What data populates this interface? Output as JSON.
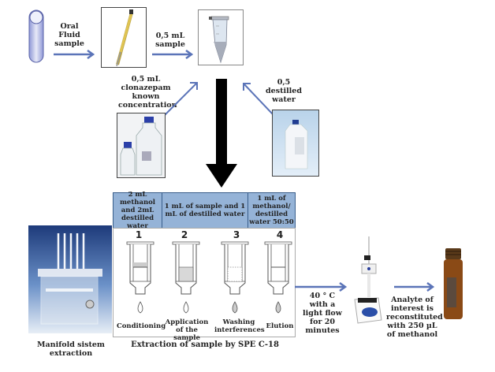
{
  "top_row": {
    "oral_fluid_label": "Oral Fluid sample",
    "sample_label": "0,5 mL sample"
  },
  "additions": {
    "clonazepam_label": "0,5 mL clonazepam known concentration",
    "water_label": "0,5 destilled water"
  },
  "spe": {
    "headers": [
      {
        "text": "2 mL methanol and 2mL destilled water"
      },
      {
        "text": "1 mL of sample and 1 mL of destilled water"
      },
      {
        "text": "1 mL of methanol/ destilled water 50:50"
      }
    ],
    "steps": [
      {
        "number": "1",
        "label": "Conditioning"
      },
      {
        "number": "2",
        "label": "Application of the sample"
      },
      {
        "number": "3",
        "label": "Washing interferences"
      },
      {
        "number": "4",
        "label": "Elution"
      }
    ],
    "caption": "Extraction of sample by SPE C-18"
  },
  "manifold_label": "Manifold sistem extraction",
  "evaporation_label": "40 ° C with a light flow for 20 minutes",
  "reconstitution_label": "Analyte of interest is reconstituted with 250 µL of methanol",
  "colors": {
    "arrow": "#5b74b8",
    "header_fill": "#95b3d7",
    "header_border": "#385d8a",
    "main_arrow": "#000000"
  }
}
